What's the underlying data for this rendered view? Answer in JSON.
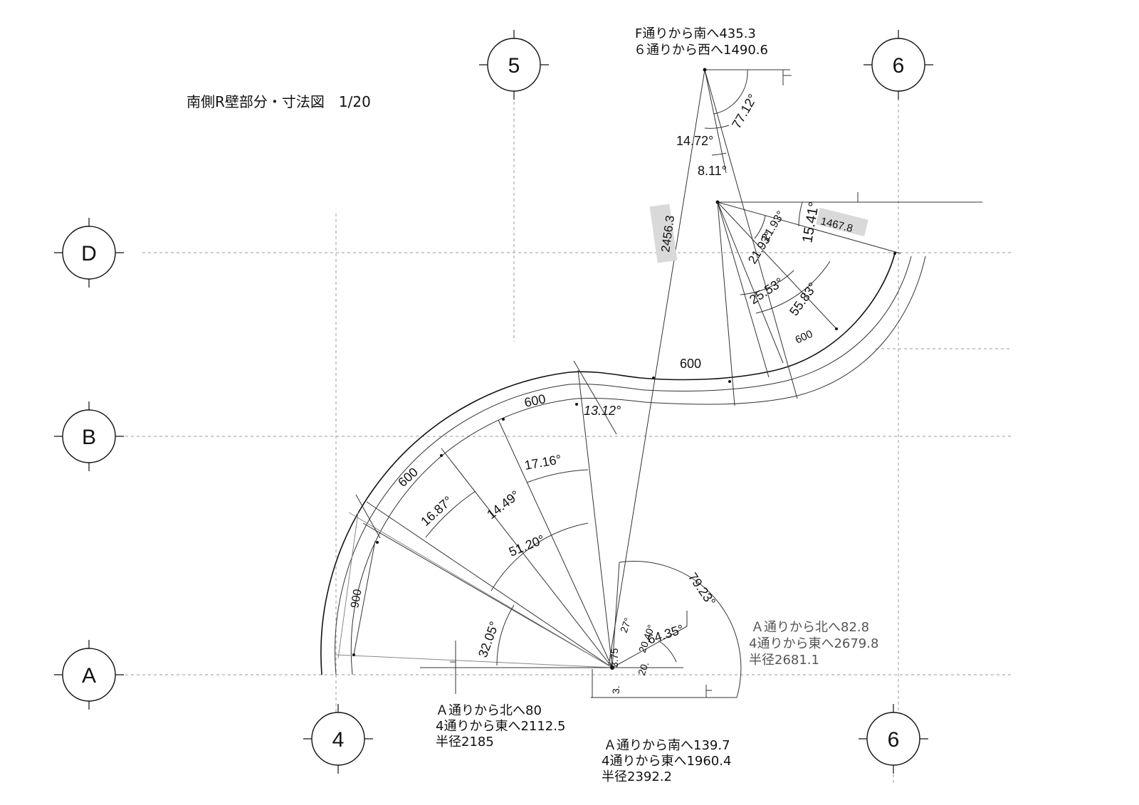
{
  "title": "南側R壁部分・寸法図　1/20",
  "grid": {
    "columns": [
      "4",
      "5",
      "6",
      "6"
    ],
    "rows": [
      "D",
      "B",
      "A"
    ]
  },
  "notes": {
    "top": [
      "F通りから南へ435.3",
      "６通りから西へ1490.6"
    ],
    "center_left": [
      "Ａ通りから北へ80",
      "4通りから東へ2112.5",
      "半径2185"
    ],
    "center_right": [
      "Ａ通りから南へ139.7",
      "4通りから東へ1960.4",
      "半径2392.2"
    ],
    "right": [
      "Ａ通りから北へ82.8",
      "4通りから東へ2679.8",
      "半径2681.1"
    ]
  },
  "dimensions": {
    "d_2456_3": "2456.3",
    "d_1467_8": "1467.8",
    "d_600_upper": "600",
    "d_600_upper_right": "600",
    "d_600_middle": "600",
    "d_600_left": "600",
    "d_900": "900"
  },
  "angles": {
    "a_77_12": "77.12°",
    "a_14_72": "14.72°",
    "a_8_11": "8.11°",
    "a_15_41": "15.41°",
    "a_21_93": "21.93°",
    "a_25_53": "25.53°",
    "a_55_83": "55.83°",
    "a_13_12": "13.12°",
    "a_17_16": "17.16°",
    "a_16_87": "16.87°",
    "a_14_49": "14.49°",
    "a_51_20": "51.20°",
    "a_32_05": "32.05°",
    "a_79_23": "79.23°",
    "a_64_35": "64.35°",
    "a_27": "27°",
    "a_20_40": "20.40°",
    "a_3_75": "3.75",
    "a_3_lower": "3.",
    "a_20_lower": "20."
  }
}
